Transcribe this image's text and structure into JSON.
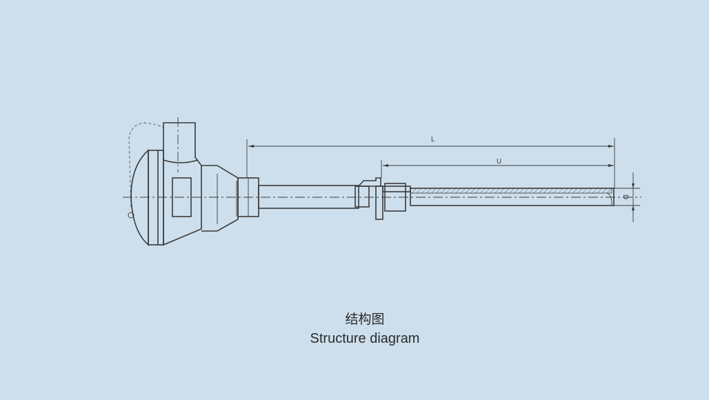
{
  "diagram": {
    "dimensions": {
      "length_label": "L",
      "insertion_label": "U",
      "diameter_label": "D"
    },
    "caption_cn": "结构图",
    "caption_en": "Structure diagram"
  }
}
